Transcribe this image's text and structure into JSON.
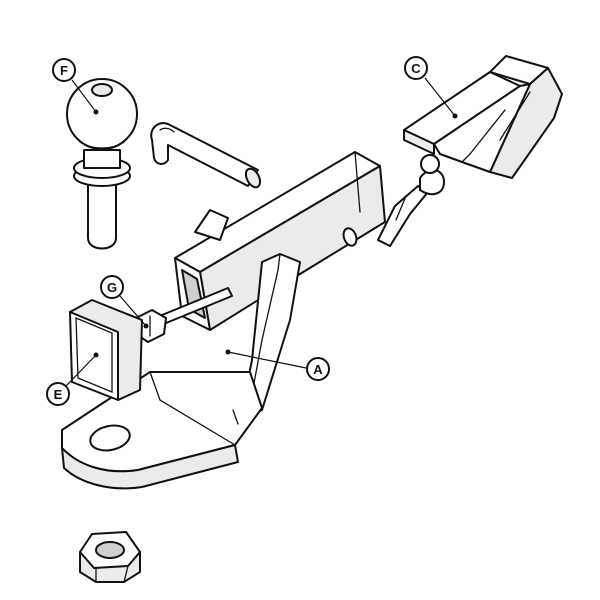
{
  "callouts": {
    "a": "A",
    "c": "C",
    "e": "E",
    "f": "F",
    "g": "G"
  }
}
